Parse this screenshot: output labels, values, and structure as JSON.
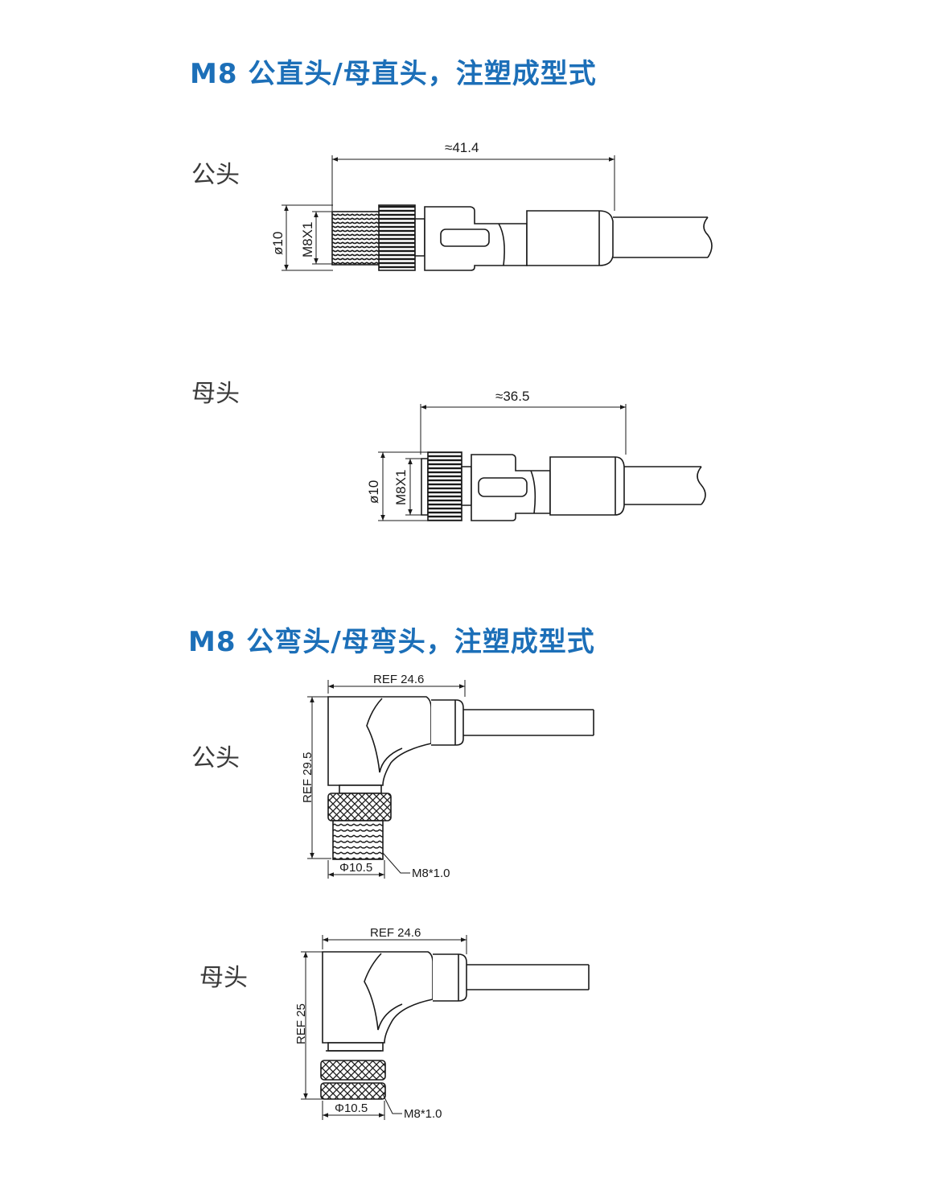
{
  "sections": [
    {
      "title": "M8 公直头/母直头，注塑成型式",
      "variants": [
        {
          "label": "公头",
          "length": "≈41.4",
          "diameter": "ø10",
          "thread": "M8X1"
        },
        {
          "label": "母头",
          "length": "≈36.5",
          "diameter": "ø10",
          "thread": "M8X1"
        }
      ]
    },
    {
      "title": "M8 公弯头/母弯头，注塑成型式",
      "variants": [
        {
          "label": "公头",
          "width": "REF 24.6",
          "height": "REF 29.5",
          "diameter": "Φ10.5",
          "thread": "M8*1.0"
        },
        {
          "label": "母头",
          "width": "REF 24.6",
          "height": "REF 25",
          "diameter": "Φ10.5",
          "thread": "M8*1.0"
        }
      ]
    }
  ],
  "colors": {
    "title": "#1c6fb8",
    "line": "#1a1a1a",
    "label": "#3a3a3a"
  }
}
